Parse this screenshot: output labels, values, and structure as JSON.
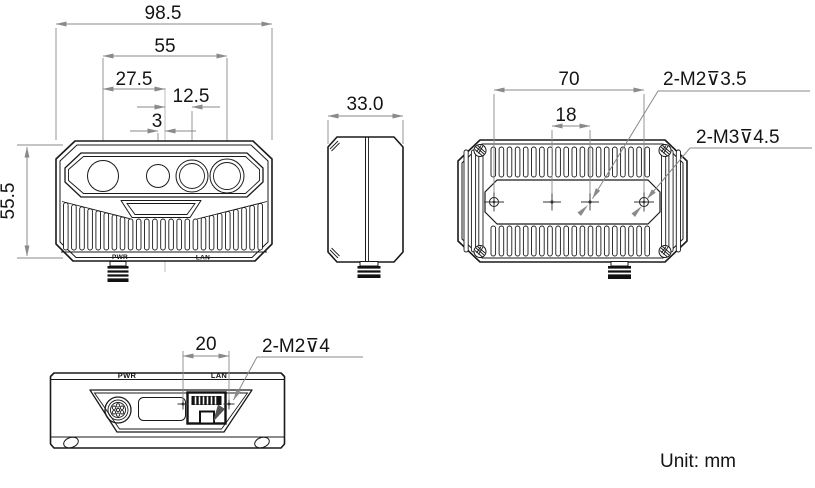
{
  "unit_label": "Unit: mm",
  "front": {
    "dim_overall_width": "98.5",
    "dim_lens_span": "55",
    "dim_lens1_center": "27.5",
    "dim_lens3_center": "12.5",
    "dim_small_lens_offset": "3",
    "dim_height": "55.5",
    "label_pwr": "PWR",
    "label_lan": "LAN"
  },
  "side": {
    "dim_depth": "33.0"
  },
  "back": {
    "dim_m3_hole_span": "70",
    "dim_m2_hole_span": "18",
    "callout_m2": "2-M2⊽3.5",
    "callout_m3": "2-M3⊽4.5"
  },
  "bottom": {
    "dim_screw_span": "20",
    "callout_m2": "2-M2⊽4",
    "label_pwr": "PWR",
    "label_lan": "LAN"
  }
}
